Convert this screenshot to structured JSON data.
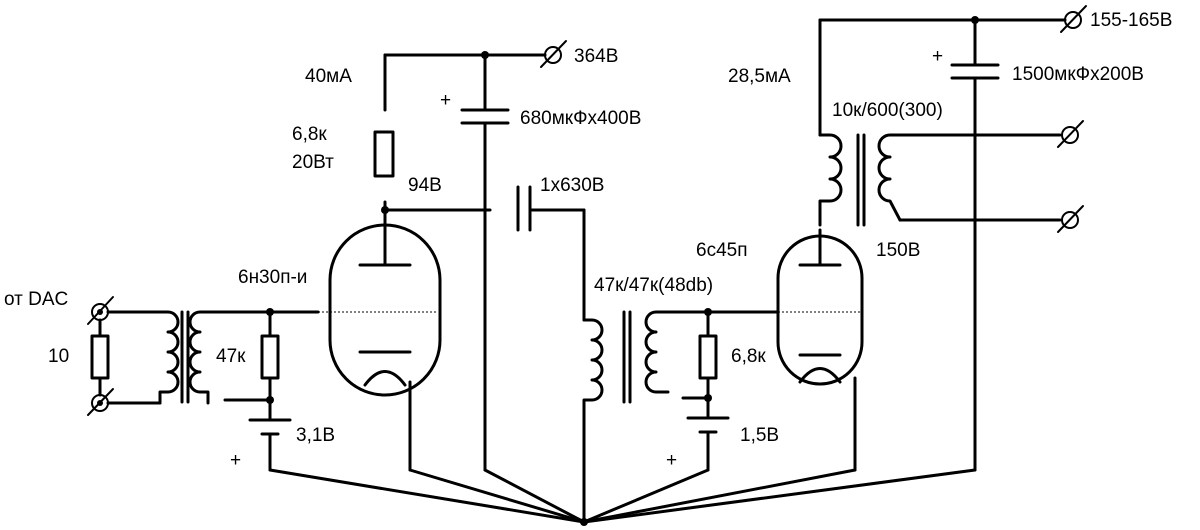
{
  "labels": {
    "input_source": "от DAC",
    "input_resistor": "10",
    "input_load": "47к",
    "tube1": "6н30п-и",
    "tube1_bias": "3,1В",
    "tube1_current": "40мА",
    "tube1_plate_resistor_value": "6,8к",
    "tube1_plate_resistor_power": "20Вт",
    "tube1_plate_voltage": "94В",
    "hv_supply": "364В",
    "hv_capacitor": "680мкФх400В",
    "coupling_cap": "1х630В",
    "interstage_transformer": "47к/47к(48db)",
    "tube2": "6с45п",
    "tube2_grid_resistor": "6,8к",
    "tube2_bias": "1,5В",
    "tube2_current": "28,5мА",
    "output_transformer": "10к/600(300)",
    "tube2_plate_voltage": "150В",
    "lv_supply": "155-165В",
    "lv_capacitor": "1500мкФх200В",
    "plus": "+"
  }
}
